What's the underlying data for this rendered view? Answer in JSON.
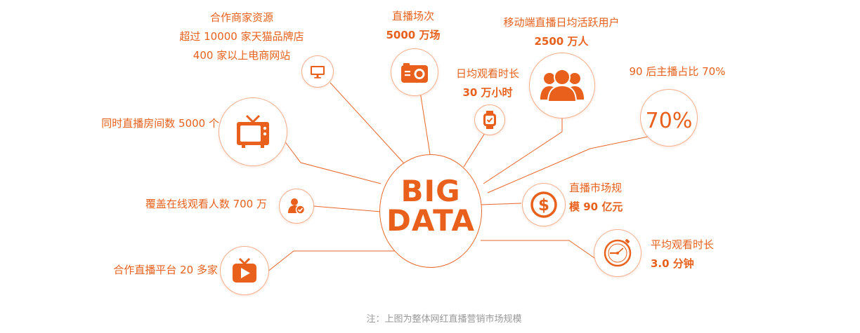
{
  "hub": {
    "line1": "BIG",
    "line2": "DATA"
  },
  "items": [
    {
      "id": "partners",
      "lines": [
        "合作商家资源",
        "超过 10000 家天猫品牌店",
        "400 家以上电商网站"
      ],
      "icon": "monitor-icon"
    },
    {
      "id": "sessions",
      "lines": [
        "直播场次",
        "5000 万场"
      ],
      "icon": "camera-icon"
    },
    {
      "id": "mobile-dau",
      "lines": [
        "移动端直播日均活跃用户",
        "2500 万人"
      ],
      "icon": "users-icon"
    },
    {
      "id": "daily-watch",
      "lines": [
        "日均观看时长",
        "30 万小时"
      ],
      "icon": "smartwatch-icon"
    },
    {
      "id": "post90",
      "lines": [
        "90 后主播占比 70%"
      ],
      "value_text": "70%"
    },
    {
      "id": "rooms",
      "lines": [
        "同时直播房间数 5000 个"
      ],
      "icon": "tv-icon"
    },
    {
      "id": "market",
      "lines": [
        "直播市场规",
        "模 90 亿元"
      ],
      "icon": "dollar-coin-icon"
    },
    {
      "id": "online",
      "lines": [
        "覆盖在线观看人数 700 万"
      ],
      "icon": "user-check-icon"
    },
    {
      "id": "platforms",
      "lines": [
        "合作直播平台 20 多家"
      ],
      "icon": "video-play-icon"
    },
    {
      "id": "avg-watch",
      "lines": [
        "平均观看时长",
        "3.0 分钟"
      ],
      "icon": "clock-icon"
    }
  ],
  "note": "注：上图为整体网红直播营销市场规模",
  "colors": {
    "accent": "#e8601c",
    "ring": "#f3b08f",
    "note": "#999999"
  }
}
